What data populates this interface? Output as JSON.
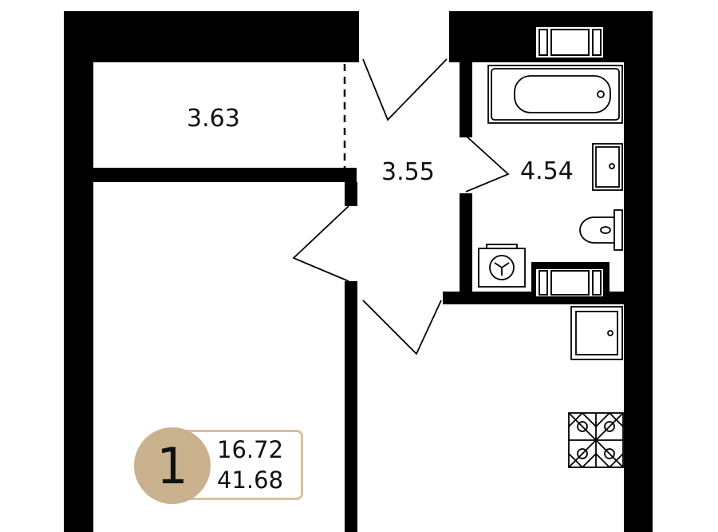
{
  "rooms": {
    "balcony_area": "3.63",
    "hall_area": "3.55",
    "bathroom_area": "4.54"
  },
  "badge": {
    "rooms_count": "1",
    "living_area": "16.72",
    "total_area": "41.68"
  },
  "colors": {
    "wall": "#000000",
    "badge_accent": "#c9b18d",
    "badge_border": "#d5c2a0"
  }
}
